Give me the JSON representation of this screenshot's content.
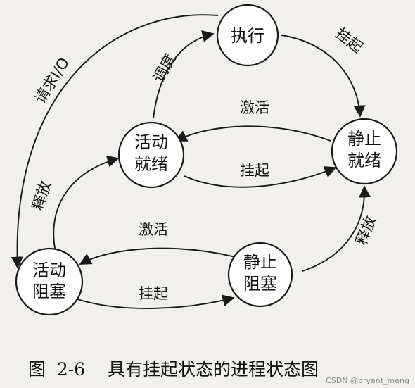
{
  "nodes": {
    "running": "执行",
    "static_ready_1": "静止",
    "static_ready_2": "就绪",
    "active_ready_1": "活动",
    "active_ready_2": "就绪",
    "active_blocked_1": "活动",
    "active_blocked_2": "阻塞",
    "static_blocked_1": "静止",
    "static_blocked_2": "阻塞"
  },
  "edges": {
    "request_io": "请求I/O",
    "dispatch": "调度",
    "suspend_running": "挂起",
    "activate_ready": "激活",
    "suspend_ready": "挂起",
    "release_active": "释放",
    "activate_blocked": "激活",
    "suspend_blocked": "挂起",
    "release_static": "释放"
  },
  "caption": "图  2-6    具有挂起状态的进程状态图",
  "watermark": "CSDN @bryant_meng"
}
